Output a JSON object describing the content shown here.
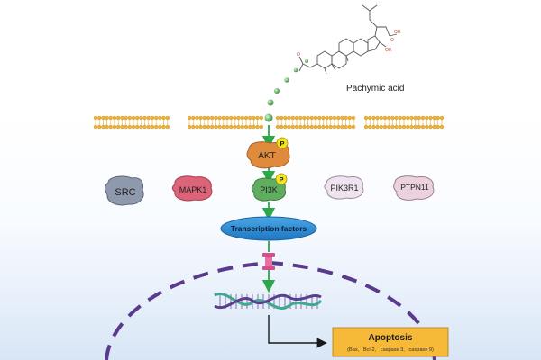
{
  "compound": {
    "name": "Pachymic acid"
  },
  "pathway": {
    "akt": {
      "label": "AKT",
      "mark": "P"
    },
    "pi3k": {
      "label": "PI3K",
      "mark": "P"
    },
    "transcription": {
      "label": "Transcription factors"
    }
  },
  "targets": [
    {
      "label": "SRC",
      "color": "#8f99ad"
    },
    {
      "label": "MAPK1",
      "color": "#dc6478"
    },
    {
      "label": "PIK3R1",
      "color": "#efe3ef"
    },
    {
      "label": "PTPN11",
      "color": "#ecd2de"
    }
  ],
  "apoptosis": {
    "title": "Apoptosis",
    "markers": "(Bax,   Bcl-2,   caspase 3,   caspase 9)"
  },
  "colors": {
    "membrane": "#f2b233",
    "akt": "#e08b3c",
    "pi3k": "#5fae5f",
    "phospho": "#f5e51c",
    "arrow": "#2aa84a",
    "oval": "#2c8fd4",
    "nucleus": "#5b3a8e",
    "apoptosis_box": "#f6b938",
    "sphere": "#6fb06f"
  },
  "icons": {
    "molecule": "pachymic-acid-structure-icon",
    "dna": "dna-helix-icon",
    "pore": "nuclear-pore-icon"
  }
}
